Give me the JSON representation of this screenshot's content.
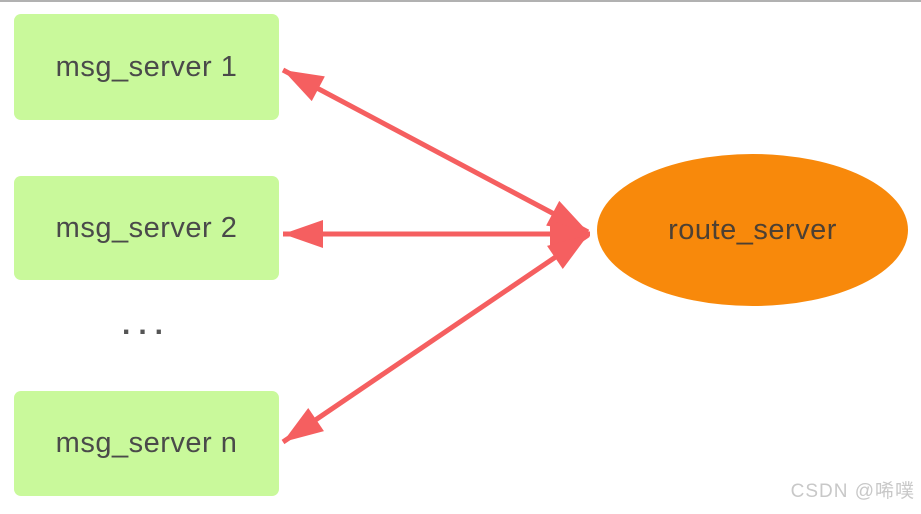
{
  "diagram": {
    "nodes": [
      {
        "id": "msg_server_1",
        "label": "msg_server 1",
        "shape": "rectangle",
        "fill": "#c9f99b"
      },
      {
        "id": "msg_server_2",
        "label": "msg_server 2",
        "shape": "rectangle",
        "fill": "#c9f99b"
      },
      {
        "id": "msg_server_n",
        "label": "msg_server n",
        "shape": "rectangle",
        "fill": "#c9f99b"
      },
      {
        "id": "route_server",
        "label": "route_server",
        "shape": "ellipse",
        "fill": "#f8890b"
      }
    ],
    "ellipsis": "...",
    "edges": [
      {
        "from": "route_server",
        "to": "msg_server_1",
        "bidirectional": true
      },
      {
        "from": "route_server",
        "to": "msg_server_2",
        "bidirectional": true
      },
      {
        "from": "route_server",
        "to": "msg_server_n",
        "bidirectional": true
      }
    ],
    "colors": {
      "box_fill": "#c9f99b",
      "ellipse_fill": "#f8890b",
      "arrow": "#f55f60",
      "node_text": "#4a4a4a",
      "top_border": "#b1b1b1",
      "watermark": "#c8c8c8"
    }
  },
  "watermark": {
    "text": "CSDN @唏噗"
  }
}
